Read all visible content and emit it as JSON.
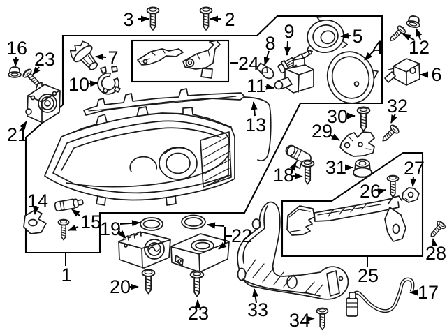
{
  "diagram": {
    "bg_color": "#ffffff",
    "line_color": "#000000",
    "callouts": {
      "c1": "1",
      "c2": "2",
      "c3": "3",
      "c4": "4",
      "c5": "5",
      "c6": "6",
      "c7": "7",
      "c8": "8",
      "c9": "9",
      "c10": "10",
      "c11": "11",
      "c12": "12",
      "c13": "13",
      "c14": "14",
      "c15": "15",
      "c16": "16",
      "c17": "17",
      "c18": "18",
      "c19": "19",
      "c20": "20",
      "c21": "21",
      "c22": "22",
      "c23a": "23",
      "c23b": "23",
      "c24": "24",
      "c25": "25",
      "c26": "26",
      "c27": "27",
      "c28": "28",
      "c29": "29",
      "c30": "30",
      "c31": "31",
      "c32": "32",
      "c33": "33",
      "c34": "34"
    }
  }
}
